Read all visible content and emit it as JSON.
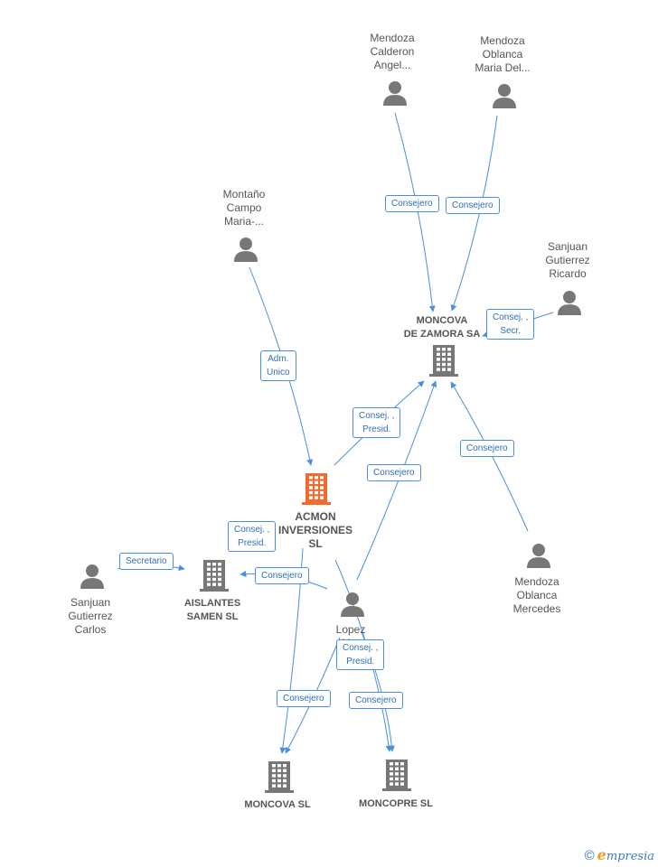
{
  "diagram": {
    "colors": {
      "edge": "#4a90d9",
      "person_icon": "#777777",
      "company_icon": "#777777",
      "main_company_icon": "#f26a2e",
      "label_border": "#4a90d9",
      "label_text": "#2f6fb8"
    },
    "persons": [
      {
        "id": "mendoza_calderon",
        "lines": [
          "Mendoza",
          "Calderon",
          "Angel..."
        ]
      },
      {
        "id": "mendoza_oblanca_maria",
        "lines": [
          "Mendoza",
          "Oblanca",
          "Maria Del..."
        ]
      },
      {
        "id": "montano_campo",
        "lines": [
          "Montaño",
          "Campo",
          "Maria-..."
        ]
      },
      {
        "id": "sanjuan_ricardo",
        "lines": [
          "Sanjuan",
          "Gutierrez",
          "Ricardo"
        ]
      },
      {
        "id": "mendoza_mercedes",
        "lines": [
          "Mendoza",
          "Oblanca",
          "Mercedes"
        ]
      },
      {
        "id": "sanjuan_carlos",
        "lines": [
          "Sanjuan",
          "Gutierrez",
          "Carlos"
        ]
      },
      {
        "id": "lopez",
        "lines": [
          "Lopez",
          "M...",
          "A..."
        ]
      }
    ],
    "companies": [
      {
        "id": "moncova_zamora",
        "lines": [
          "MONCOVA",
          "DE ZAMORA SA"
        ],
        "main": false
      },
      {
        "id": "acmon",
        "lines": [
          "ACMON",
          "INVERSIONES",
          "SL"
        ],
        "main": true
      },
      {
        "id": "aislantes",
        "lines": [
          "AISLANTES",
          "SAMEN SL"
        ],
        "main": false
      },
      {
        "id": "moncova_sl",
        "lines": [
          "MONCOVA SL"
        ],
        "main": false
      },
      {
        "id": "moncopre",
        "lines": [
          "MONCOPRE SL"
        ],
        "main": false
      }
    ],
    "edges": [
      {
        "from": "mendoza_calderon",
        "to": "moncova_zamora",
        "label": [
          "Consejero"
        ]
      },
      {
        "from": "mendoza_oblanca_maria",
        "to": "moncova_zamora",
        "label": [
          "Consejero"
        ]
      },
      {
        "from": "sanjuan_ricardo",
        "to": "moncova_zamora",
        "label": [
          "Consej. ,",
          "Secr."
        ]
      },
      {
        "from": "montano_campo",
        "to": "acmon",
        "label": [
          "Adm.",
          "Unico"
        ]
      },
      {
        "from": "acmon",
        "to": "moncova_zamora",
        "label": [
          "Consej. ,",
          "Presid."
        ]
      },
      {
        "from": "mendoza_mercedes",
        "to": "moncova_zamora",
        "label": [
          "Consejero"
        ]
      },
      {
        "from": "lopez",
        "to": "moncova_zamora",
        "label": [
          "Consejero"
        ]
      },
      {
        "from": "sanjuan_carlos",
        "to": "aislantes",
        "label": [
          "Secretario"
        ]
      },
      {
        "from": "acmon",
        "to": "moncova_sl",
        "label": [
          "Consej. ,",
          "Presid."
        ]
      },
      {
        "from": "lopez",
        "to": "aislantes",
        "label": [
          "Consejero"
        ]
      },
      {
        "from": "acmon",
        "to": "moncopre",
        "label": [
          "Consej. ,",
          "Presid."
        ]
      },
      {
        "from": "lopez",
        "to": "moncova_sl",
        "label": [
          "Consejero"
        ]
      },
      {
        "from": "lopez",
        "to": "moncopre",
        "label": [
          "Consejero"
        ]
      }
    ]
  },
  "footer": {
    "copyright": "©",
    "brand_initial": "e",
    "brand_rest": "mpresia"
  }
}
